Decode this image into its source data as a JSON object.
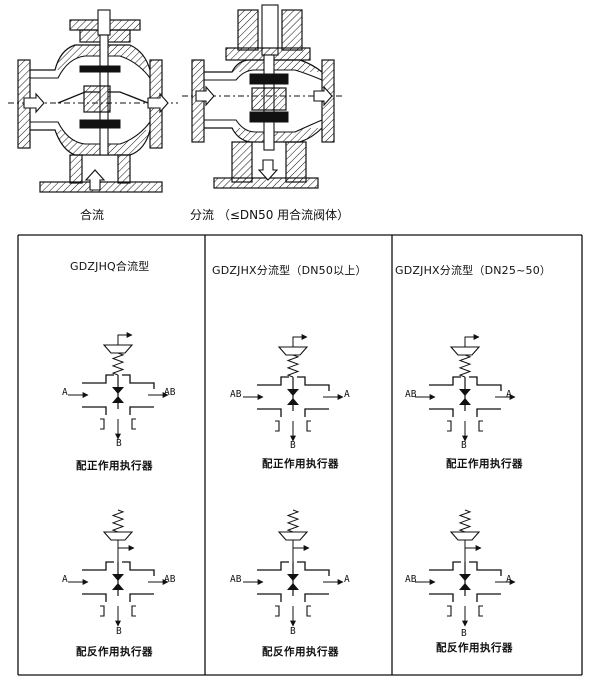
{
  "top": {
    "left_caption": "合流",
    "right_caption": "分流 （≤DN50 用合流阀体）"
  },
  "panels": [
    {
      "title": "GDZJHQ合流型",
      "upper": {
        "ports": {
          "left": "A",
          "right": "AB",
          "bottom": "B"
        },
        "caption": "配正作用执行器"
      },
      "lower": {
        "ports": {
          "left": "A",
          "right": "AB",
          "bottom": "B"
        },
        "caption": "配反作用执行器"
      }
    },
    {
      "title": "GDZJHX分流型（DN50以上）",
      "upper": {
        "ports": {
          "left": "AB",
          "right": "A",
          "bottom": "B"
        },
        "caption": "配正作用执行器"
      },
      "lower": {
        "ports": {
          "left": "AB",
          "right": "A",
          "bottom": "B"
        },
        "caption": "配反作用执行器"
      }
    },
    {
      "title": "GDZJHX分流型（DN25~50）",
      "upper": {
        "ports": {
          "left": "AB",
          "right": "A",
          "bottom": "B"
        },
        "caption": "配正作用执行器"
      },
      "lower": {
        "ports": {
          "left": "AB",
          "right": "A",
          "bottom": "B"
        },
        "caption": "配反作用执行器"
      }
    }
  ]
}
